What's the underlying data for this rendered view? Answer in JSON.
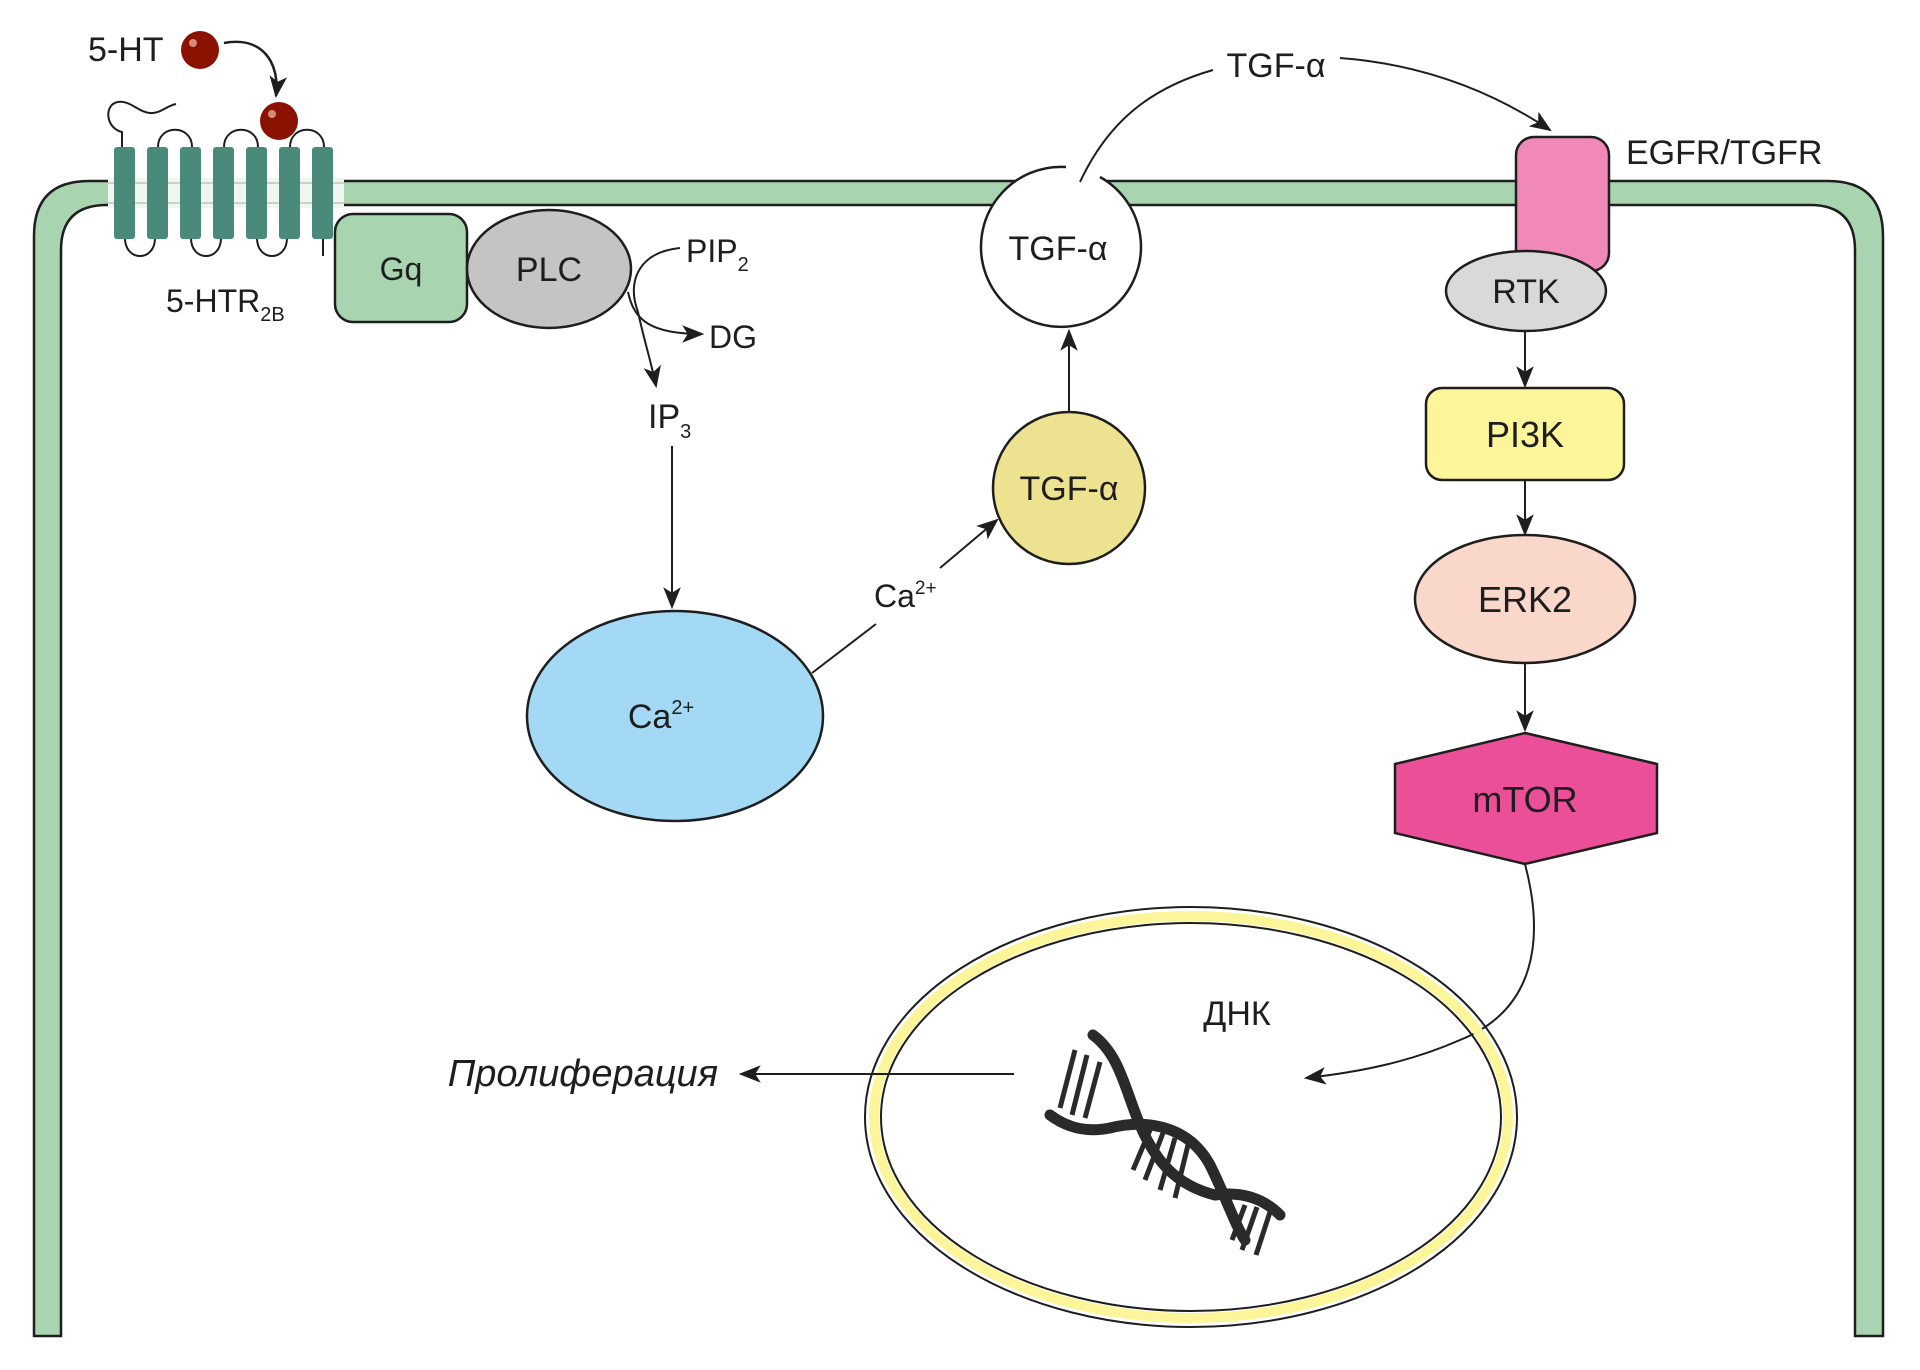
{
  "diagram": {
    "title": "",
    "language": "ru",
    "colors": {
      "membrane": "#a8d4b0",
      "membrane_gap": "#eef6ef",
      "receptor_helix": "#4a8a7a",
      "ligand": "#8b1100",
      "gq": "#a8d4b0",
      "plc": "#c4c4c4",
      "ca_store": "#a3d9f5",
      "tgf_vesicle_inner": "#ede28f",
      "tgf_vesicle_membrane": "#ffffff",
      "egfr": "#f088b8",
      "rtk": "#d9d9d9",
      "pi3k": "#fdf59a",
      "erk2": "#f9d8cb",
      "mtor": "#ea4f97",
      "nucleus_envelope": "#fdf59a",
      "stroke": "#1e1e1e"
    },
    "labels": {
      "ligand": "5-HT",
      "receptor": "5-HTR",
      "receptor_sub": "2B",
      "gq": "Gq",
      "plc": "PLC",
      "pip2": "PIP",
      "pip2_sub": "2",
      "dg": "DG",
      "ip3": "IP",
      "ip3_sub": "3",
      "ca_store": "Ca",
      "ca_store_sup": "2+",
      "ca_signal": "Ca",
      "ca_signal_sup": "2+",
      "tgf_inner": "TGF-α",
      "tgf_vesicle": "TGF-α",
      "tgf_secreted": "TGF-α",
      "egfr": "EGFR/TGFR",
      "rtk": "RTK",
      "pi3k": "PI3K",
      "erk2": "ERK2",
      "mtor": "mTOR",
      "dna": "ДНК",
      "proliferation": "Пролиферация"
    },
    "edges": [
      {
        "from": "5-HT",
        "to": "5-HTR2B",
        "type": "arrow"
      },
      {
        "from": "PLC",
        "to": "DG",
        "type": "arrow",
        "substrate": "PIP2"
      },
      {
        "from": "PLC",
        "to": "IP3",
        "type": "arrow",
        "substrate": "PIP2"
      },
      {
        "from": "IP3",
        "to": "Ca2+ store",
        "type": "arrow"
      },
      {
        "from": "Ca2+ store",
        "to": "TGF-α (inner)",
        "type": "arrow",
        "label": "Ca2+"
      },
      {
        "from": "TGF-α (inner)",
        "to": "TGF-α vesicle",
        "type": "arrow"
      },
      {
        "from": "TGF-α vesicle",
        "to": "EGFR/TGFR",
        "type": "arrow",
        "label": "TGF-α"
      },
      {
        "from": "RTK",
        "to": "PI3K",
        "type": "arrow"
      },
      {
        "from": "PI3K",
        "to": "ERK2",
        "type": "arrow"
      },
      {
        "from": "ERK2",
        "to": "mTOR",
        "type": "arrow"
      },
      {
        "from": "mTOR",
        "to": "ДНК",
        "type": "arrow"
      },
      {
        "from": "ДНК",
        "to": "Пролиферация",
        "type": "arrow"
      }
    ]
  }
}
